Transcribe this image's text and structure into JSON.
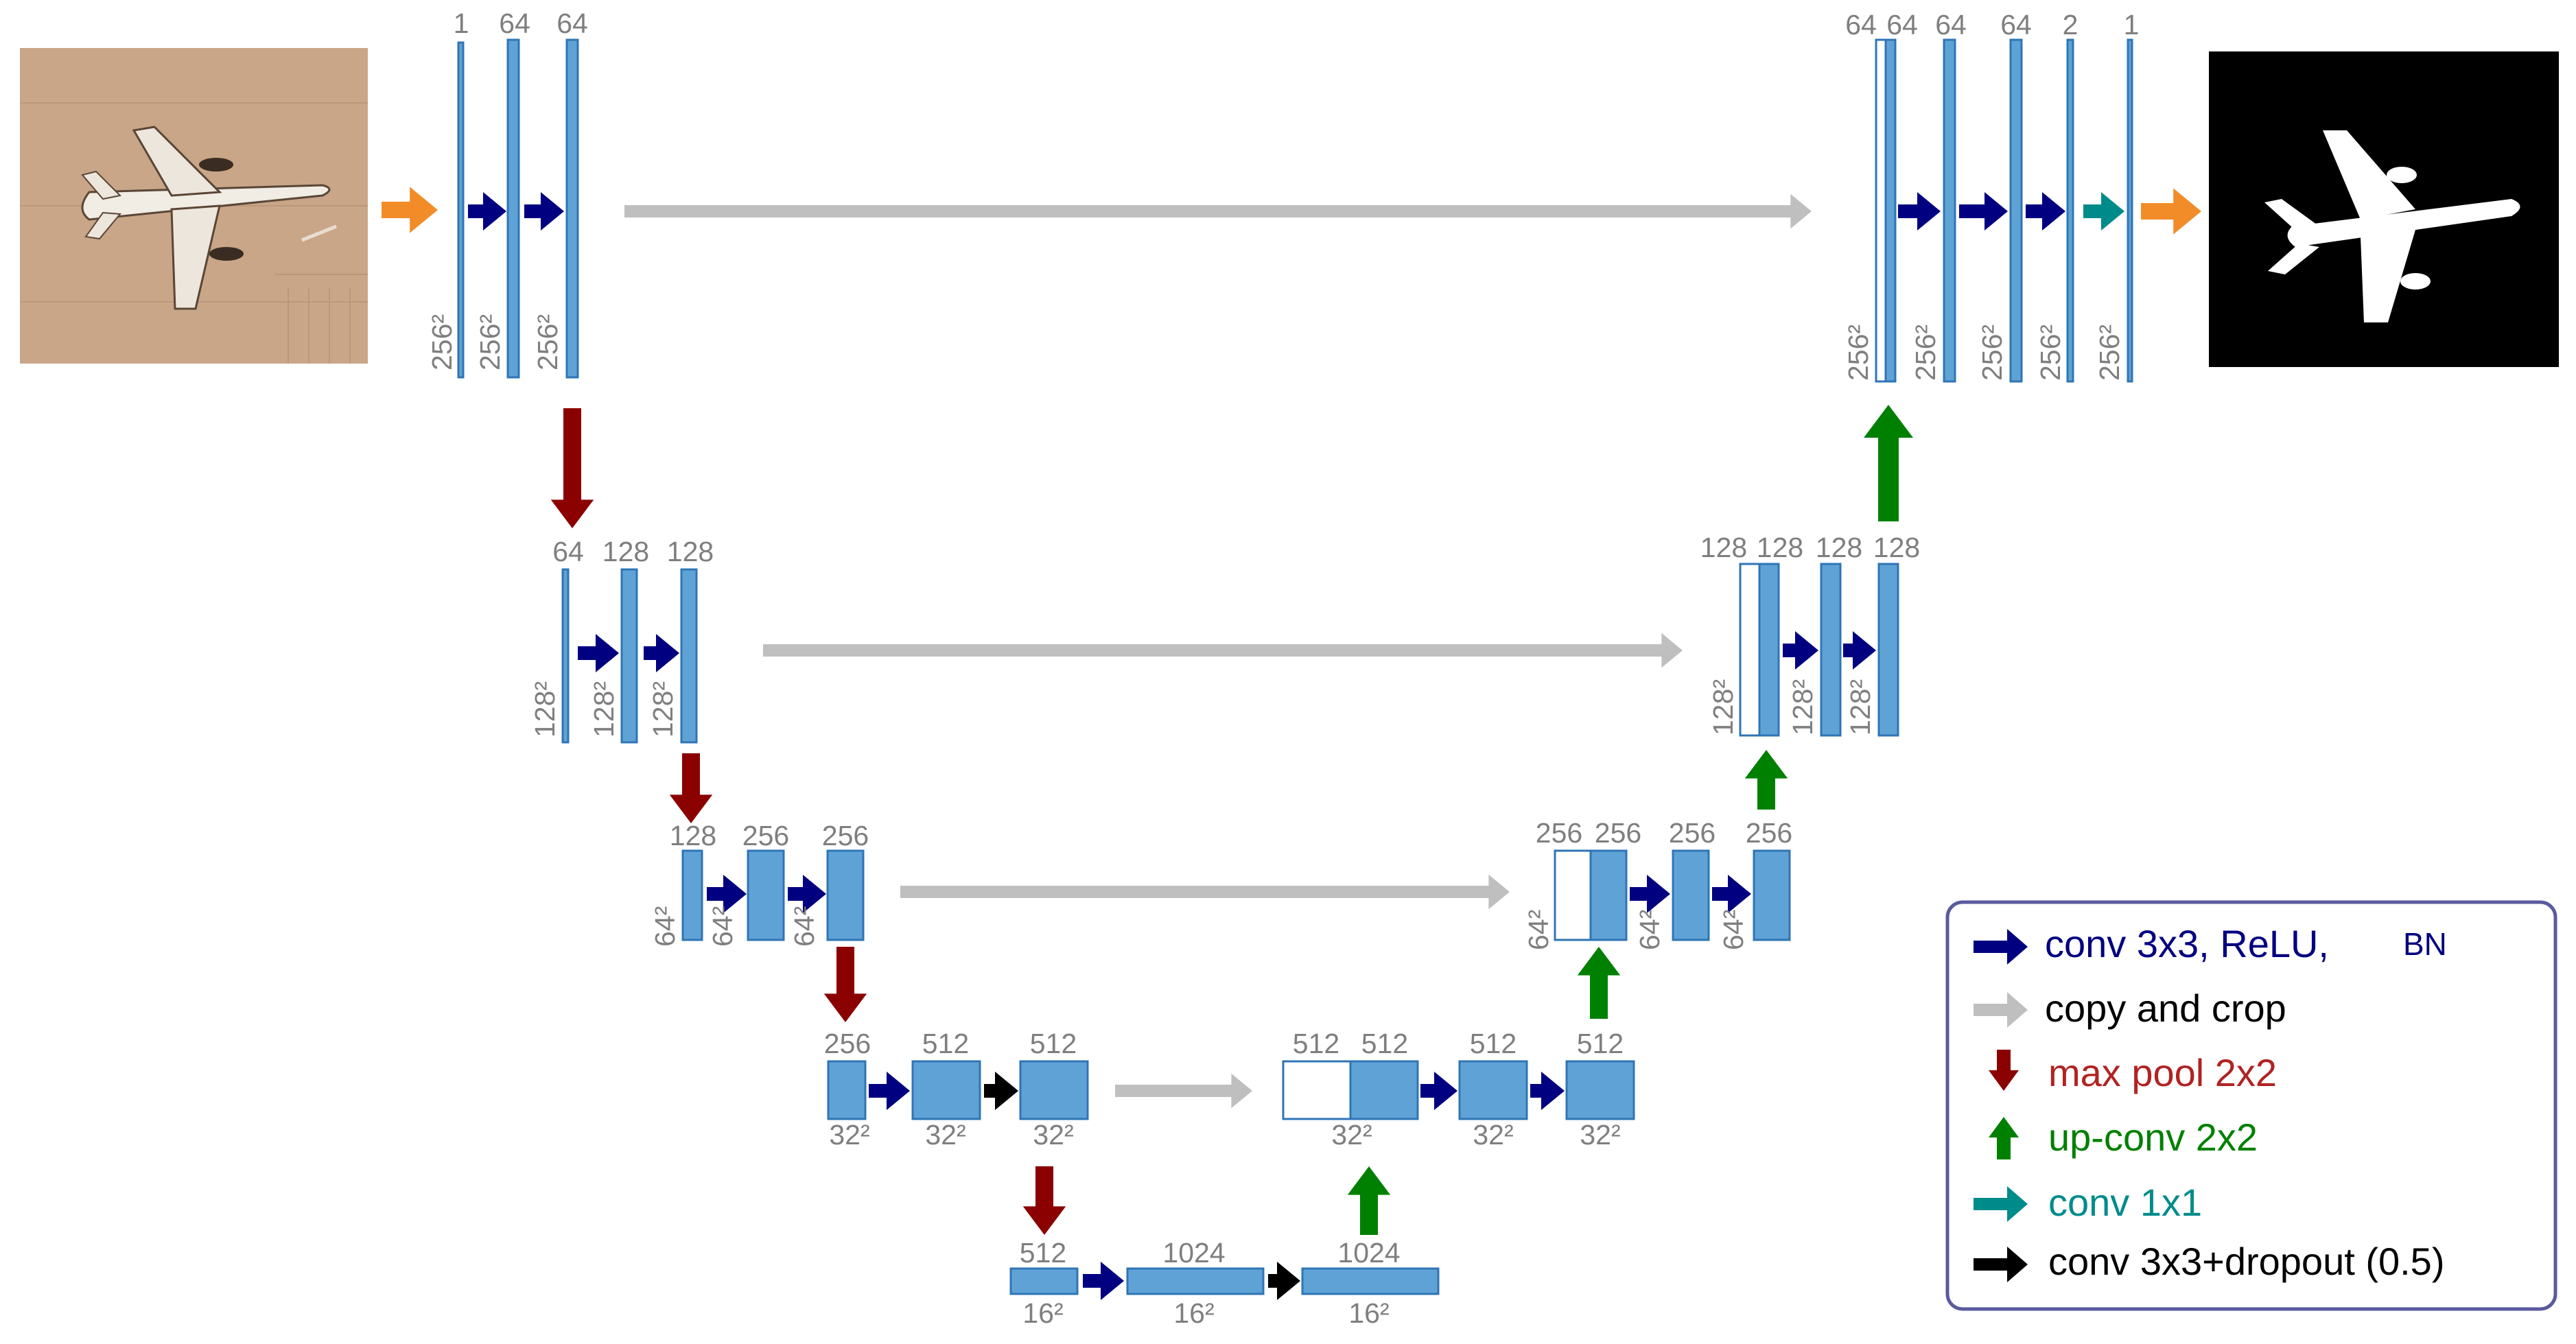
{
  "colors": {
    "block_fill": "#5fa3d6",
    "block_stroke": "#2f75b5",
    "copy_fill": "#ffffff",
    "label": "#7f7f7f",
    "conv": "#000080",
    "copy": "#bfbfbf",
    "pool": "#8b0000",
    "upconv": "#008000",
    "conv1x1": "#008b8b",
    "dropout": "#000000",
    "io": "#f28c28",
    "legend_border": "#5a5a9e"
  },
  "images": {
    "input": "airplane-photo",
    "output": "segmentation-mask"
  },
  "labels": {
    "l1_c0": "1",
    "l1_c1": "64",
    "l1_c2": "64",
    "l1_s0": "256²",
    "l1_s1": "256²",
    "l1_s2": "256²",
    "l2_c0": "64",
    "l2_c1": "128",
    "l2_c2": "128",
    "l2_s0": "128²",
    "l2_s1": "128²",
    "l2_s2": "128²",
    "l3_c0": "128",
    "l3_c1": "256",
    "l3_c2": "256",
    "l3_s0": "64²",
    "l3_s1": "64²",
    "l3_s2": "64²",
    "l4_c0": "256",
    "l4_c1": "512",
    "l4_c2": "512",
    "l4_s0": "32²",
    "l4_s1": "32²",
    "l4_s2": "32²",
    "b_c0": "512",
    "b_c1": "1024",
    "b_c2": "1024",
    "b_s0": "16²",
    "b_s1": "16²",
    "b_s2": "16²",
    "r4_c0": "512",
    "r4_c1": "512",
    "r4_c2": "512",
    "r4_c3": "512",
    "r4_s0": "32²",
    "r4_s1": "32²",
    "r4_s2": "32²",
    "r3_c0": "256",
    "r3_c1": "256",
    "r3_c2": "256",
    "r3_c3": "256",
    "r3_s0": "64²",
    "r3_s1": "64²",
    "r3_s2": "64²",
    "r2_c0": "128",
    "r2_c1": "128",
    "r2_c2": "128",
    "r2_c3": "128",
    "r2_s0": "128²",
    "r2_s1": "128²",
    "r2_s2": "128²",
    "r1_c0": "64",
    "r1_c1": "64",
    "r1_c2": "64",
    "r1_c3": "64",
    "r1_c4": "2",
    "r1_c5": "1",
    "r1_s0": "256²",
    "r1_s1": "256²",
    "r1_s2": "256²",
    "r1_s3": "256²",
    "r1_s4": "256²"
  },
  "legend": {
    "conv": "conv 3x3, ReLU,",
    "conv_bn": "BN",
    "copy": "copy and crop",
    "pool": "max pool 2x2",
    "upconv": "up-conv 2x2",
    "conv1x1": "conv 1x1",
    "dropout": "conv 3x3+dropout (0.5)"
  }
}
